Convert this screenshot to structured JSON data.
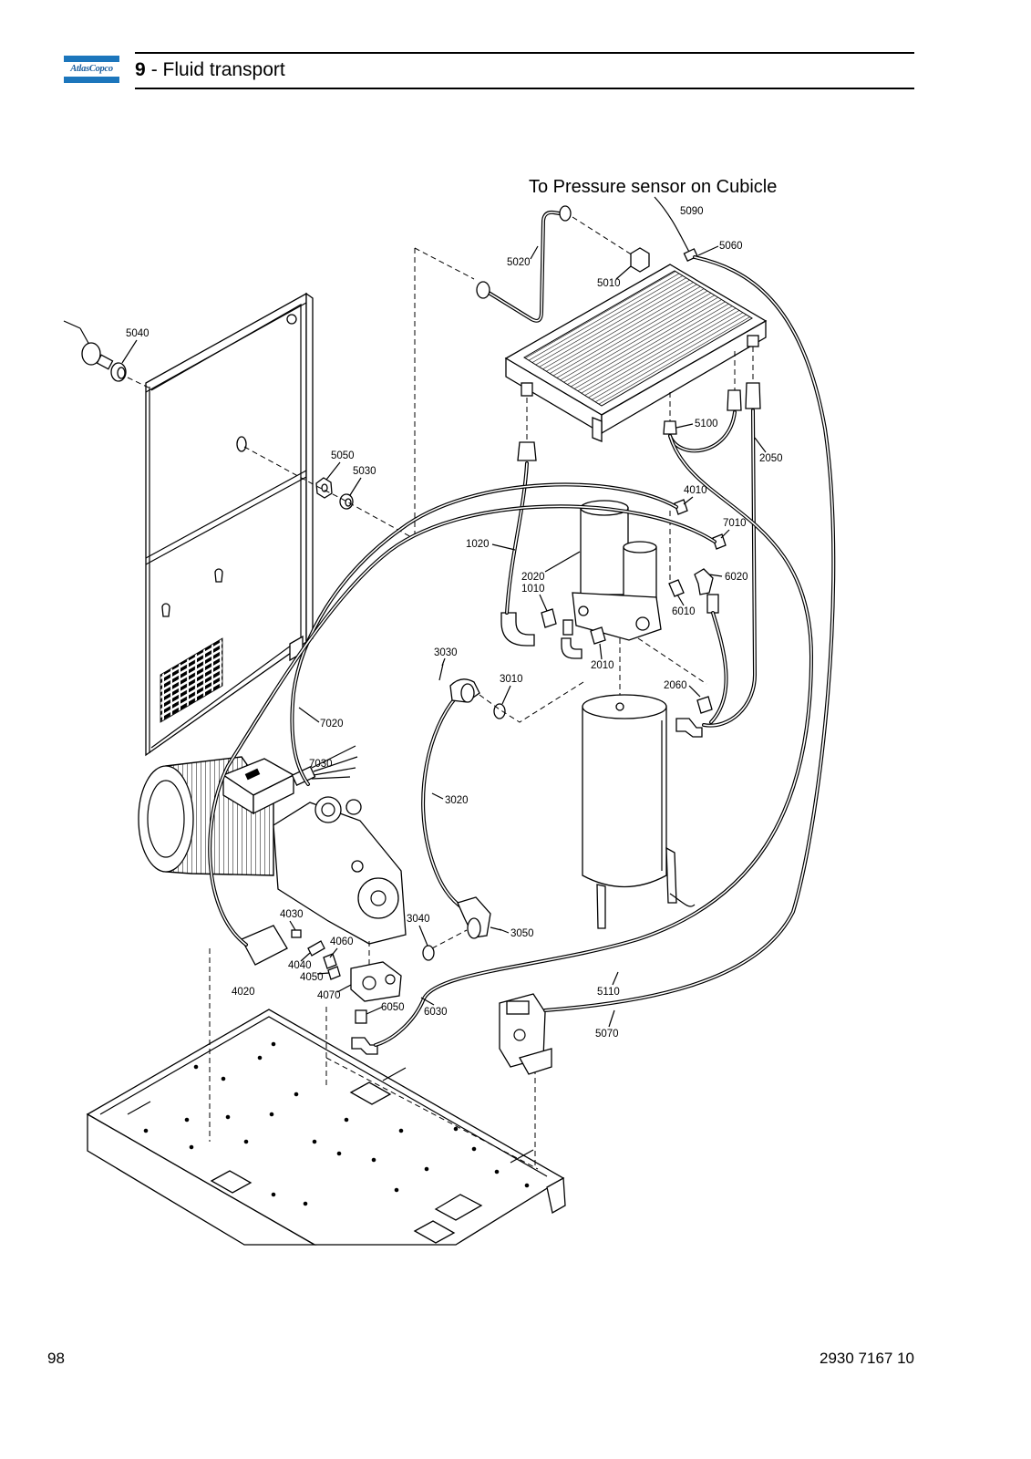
{
  "header": {
    "logo_text": "AtlasCopco",
    "chapter_number": "9",
    "chapter_title": "- Fluid transport"
  },
  "diagram": {
    "note": "To Pressure sensor on Cubicle",
    "callouts": [
      "5090",
      "5060",
      "5020",
      "5010",
      "5040",
      "5100",
      "2050",
      "5050",
      "5030",
      "4010",
      "7010",
      "1020",
      "2020",
      "1010",
      "6020",
      "6010",
      "3030",
      "3010",
      "2010",
      "2060",
      "7020",
      "7030",
      "3020",
      "4030",
      "3040",
      "3050",
      "4060",
      "4040",
      "4050",
      "4020",
      "4070",
      "6050",
      "6030",
      "5110",
      "5070"
    ]
  },
  "footer": {
    "page_number": "98",
    "document_number": "2930 7167 10"
  },
  "colors": {
    "brand_blue": "#1c76bc",
    "ink": "#000000"
  }
}
